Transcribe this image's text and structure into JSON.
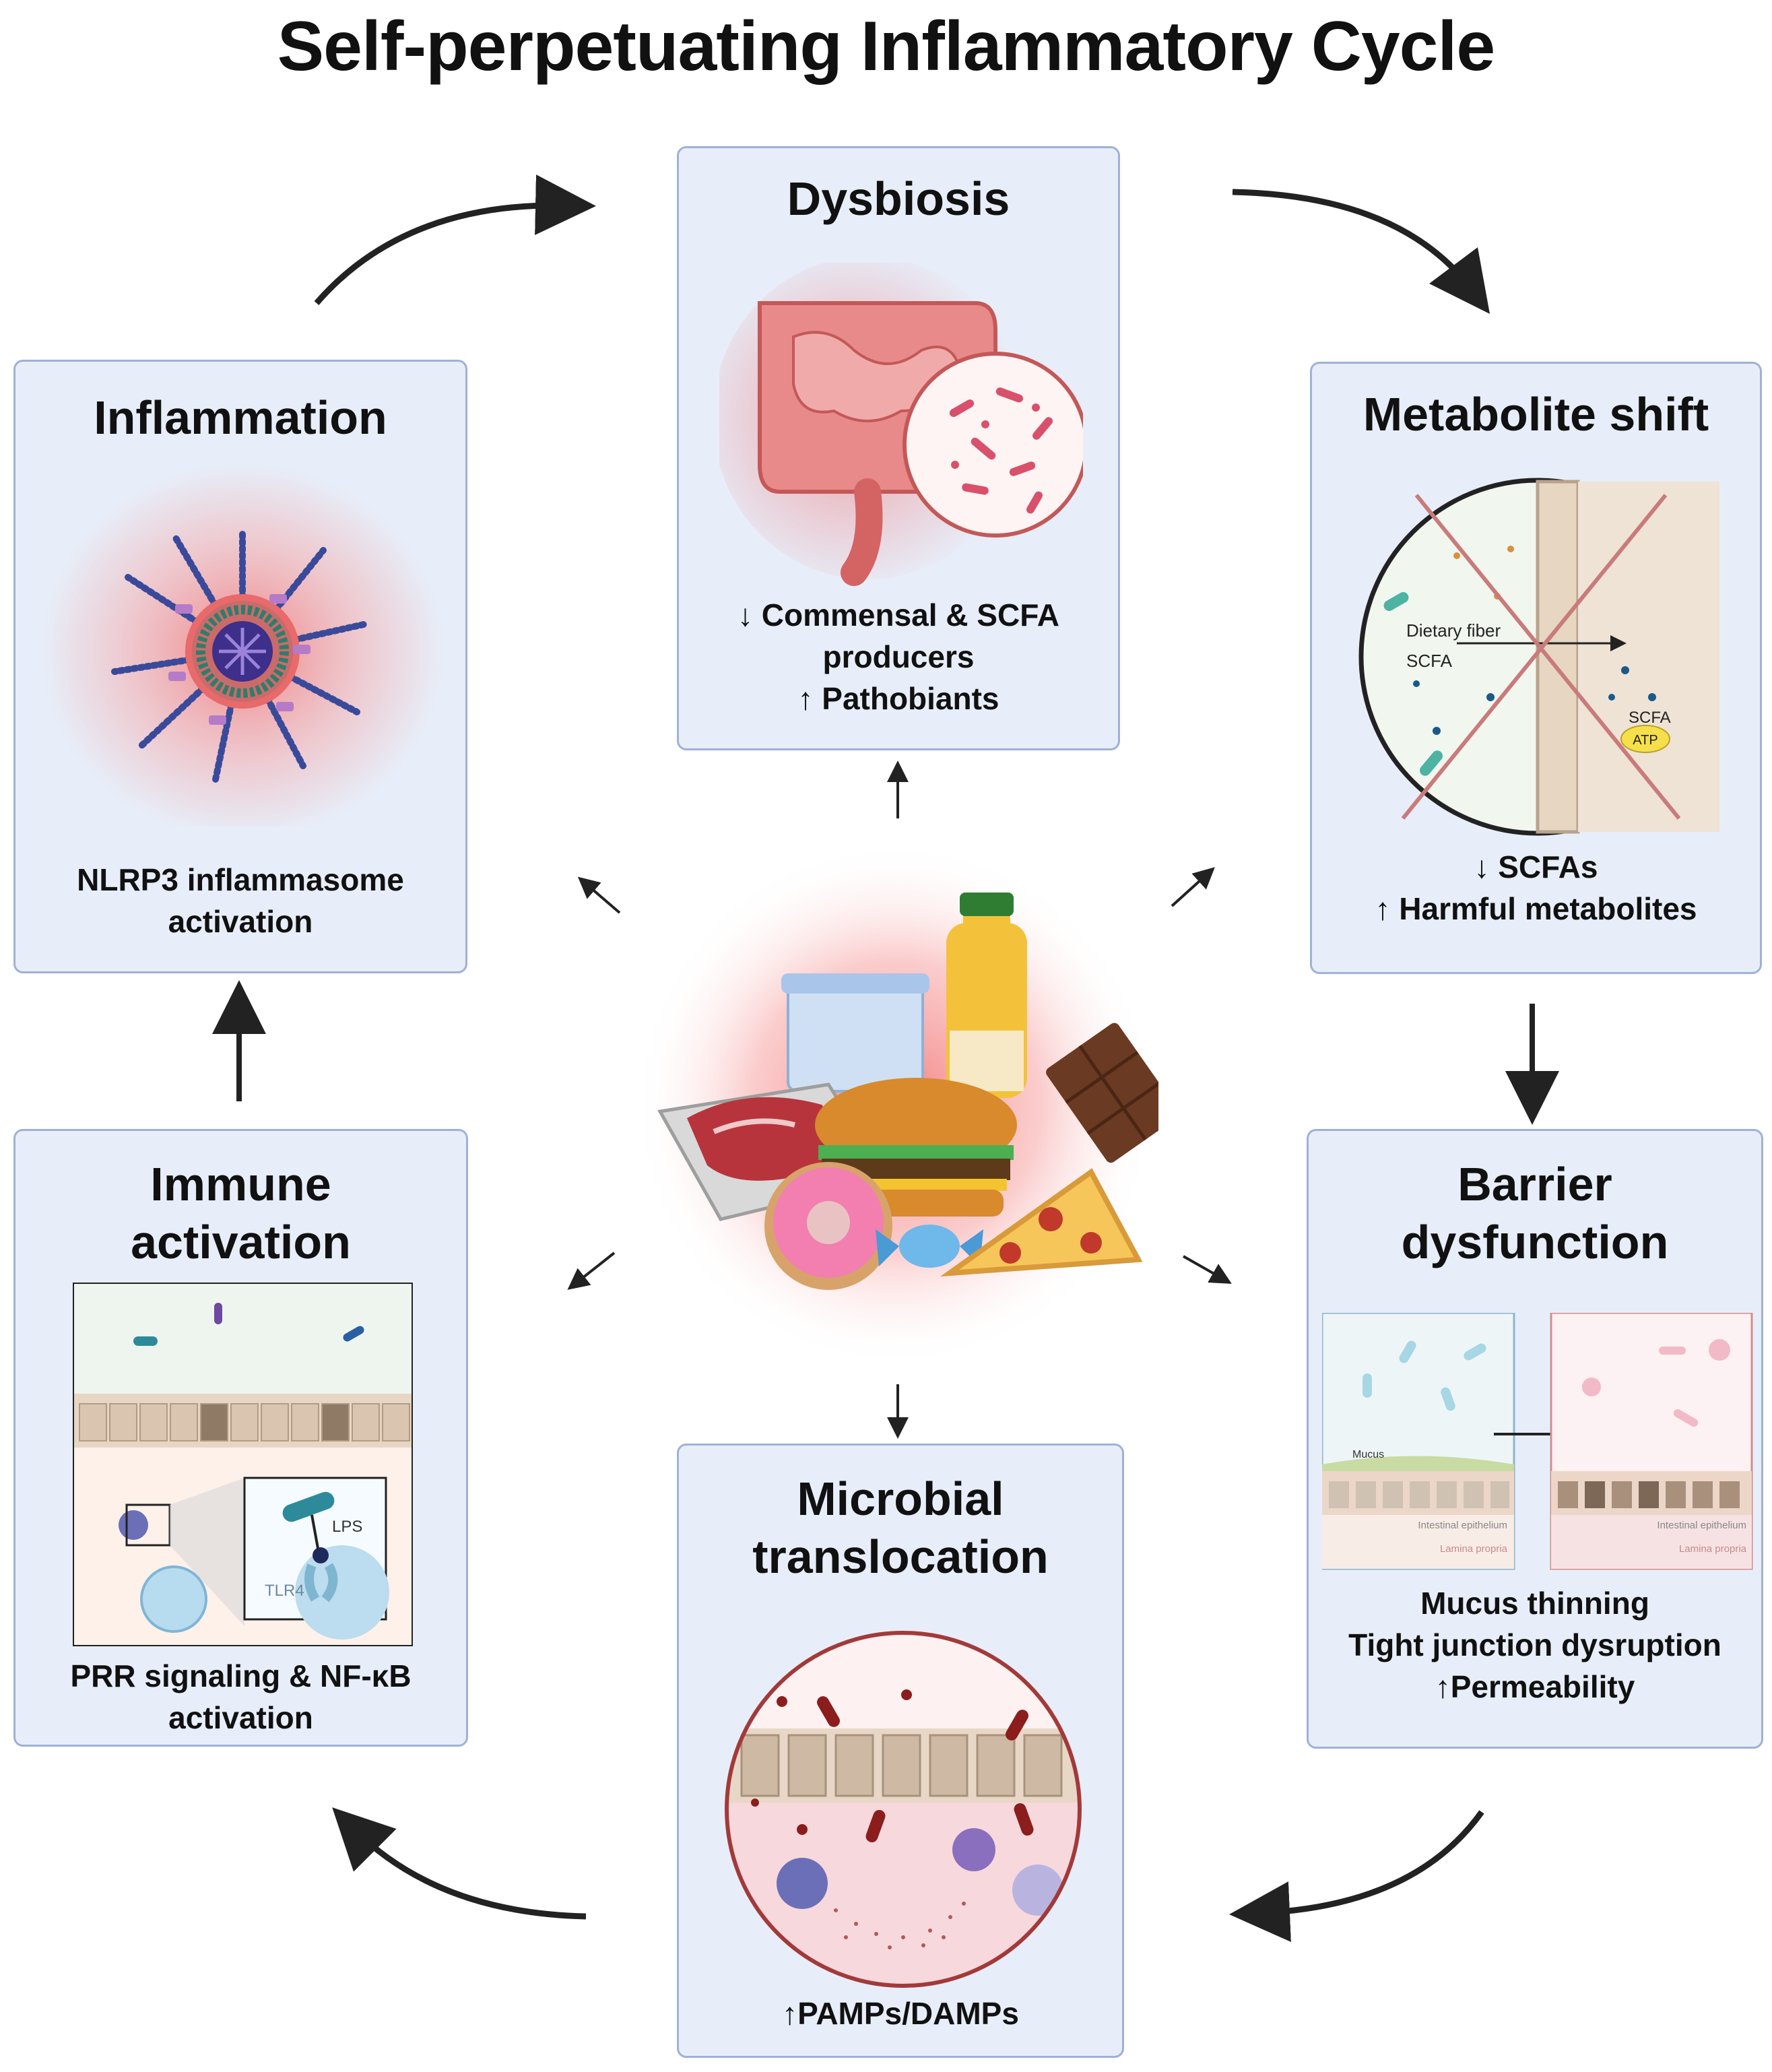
{
  "title": "Self-perpetuating Inflammatory Cycle",
  "dysbiosis": {
    "title": "Dysbiosis",
    "caption": [
      "↓ Commensal & SCFA",
      "producers",
      "↑ Pathobiants"
    ]
  },
  "metabolite": {
    "title": "Metabolite shift",
    "caption": [
      "↓ SCFAs",
      "↑ Harmful metabolites"
    ],
    "labels": {
      "fiber": "Dietary fiber",
      "scfa_left": "SCFA",
      "scfa_right": "SCFA",
      "atp": "ATP"
    }
  },
  "barrier": {
    "title": [
      "Barrier",
      "dysfunction"
    ],
    "caption": [
      "Mucus thinning",
      "Tight junction dysruption",
      "↑Permeability"
    ],
    "labels": {
      "mucus": "Mucus",
      "epithelium_left": "Intestinal epithelium",
      "lamina_left": "Lamina propria",
      "epithelium_right": "Intestinal epithelium",
      "lamina_right": "Lamina propria"
    }
  },
  "translocation": {
    "title": [
      "Microbial",
      "translocation"
    ],
    "caption": [
      "↑PAMPs/DAMPs"
    ]
  },
  "immune": {
    "title": [
      "Immune",
      "activation"
    ],
    "caption": [
      "PRR signaling & NF-κB",
      "activation"
    ],
    "labels": {
      "lps": "LPS",
      "tlr4": "TLR4"
    }
  },
  "inflammation": {
    "title": "Inflammation",
    "caption": [
      "NLRP3 inflammasome",
      "activation"
    ]
  },
  "colors": {
    "box_fill": "#e7eef9",
    "box_border": "#9fb1d6",
    "glow_red": "#f26b6b",
    "arrow": "#222222"
  }
}
